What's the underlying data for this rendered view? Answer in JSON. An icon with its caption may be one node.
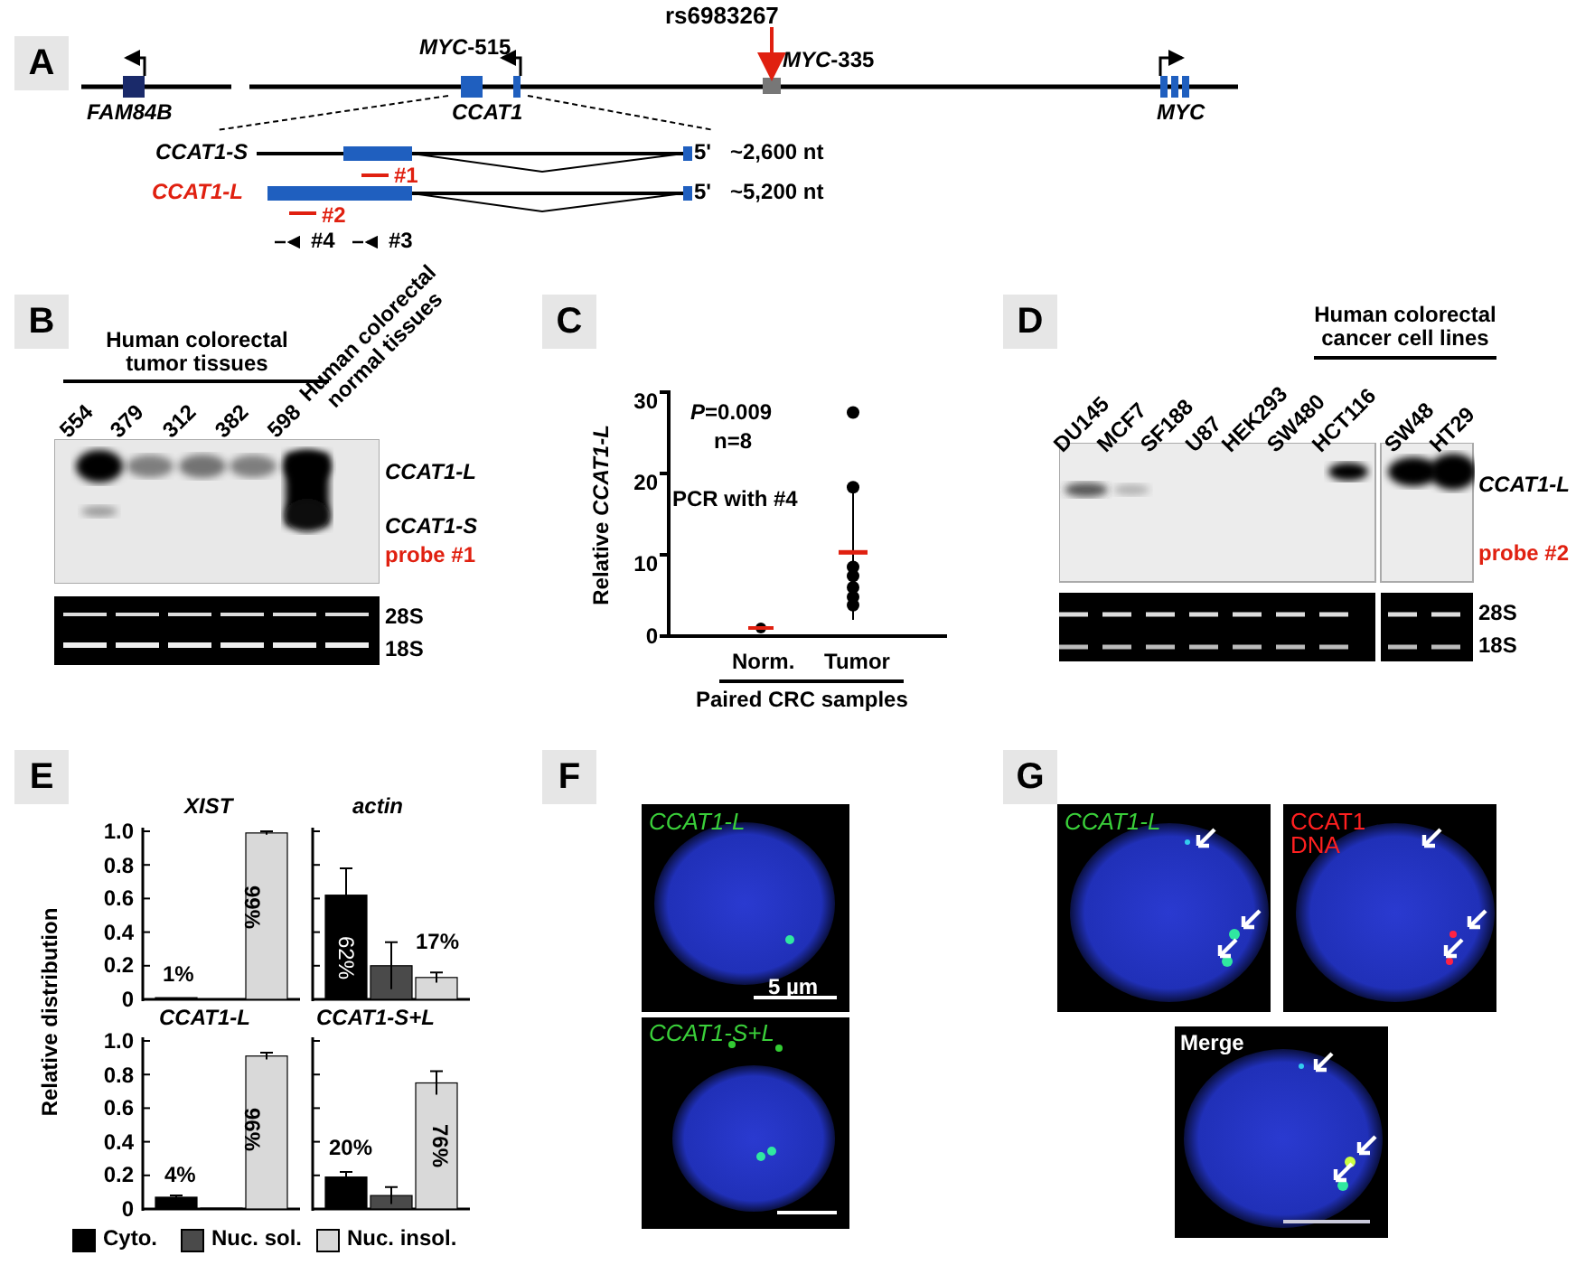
{
  "diagram": {
    "nodes": [
      {
        "text": [
          "rs6983267"
        ]
      },
      {
        "text": [],
        "shape": "box"
      }
    ],
    "edges": [
      {
        "from": 0,
        "to": 1,
        "arrow": "to",
        "color": "#e02010"
      }
    ],
    "labels": [
      "A",
      "FAM84B",
      "*MYC*-515",
      "CCAT1",
      "*MYC*-335",
      "MYC",
      "CCAT1-S",
      "5'",
      "~2,600 nt",
      "#1",
      "CCAT1-L",
      "5'",
      "~5,200 nt",
      "#2",
      "#4",
      "#3",
      "B",
      "Human colorectal tumor tissues",
      "554",
      "379",
      "312",
      "382",
      "598",
      "Human colorectal normal tissues",
      "CCAT1-L",
      "CCAT1-S",
      "probe #1",
      "28S",
      "18S",
      "C",
      "30",
      "20",
      "10",
      "0",
      "Relative *CCAT1-L*",
      "*P*=0.009",
      "n=8",
      "PCR with #4",
      "Norm.",
      "Tumor",
      "Paired CRC samples",
      "D",
      "Human colorectal cancer cell lines",
      "DU145",
      "MCF7",
      "SF188",
      "U87",
      "HEK293",
      "SW480",
      "HCT116",
      "SW48",
      "HT29",
      "CCAT1-L",
      "probe #2",
      "28S",
      "18S",
      "E",
      "XIST",
      "actin",
      "1.0",
      "0.8",
      "0.6",
      "0.4",
      "0.2",
      "0",
      "Relative distribution",
      "1%",
      "99%",
      "62%",
      "17%",
      "CCAT1-L",
      "CCAT1-S+L",
      "1.0",
      "0.8",
      "0.6",
      "0.4",
      "0.2",
      "0",
      "4%",
      "96%",
      "20%",
      "76%",
      "F",
      "CCAT1-L",
      "5 µm",
      "CCAT1-S+L",
      "G",
      "CCAT1-L",
      "CCAT1 DNA",
      "Merge"
    ],
    "legend": [
      {
        "text": "Cyto.",
        "color": "#000000"
      },
      {
        "text": "Nuc. sol.",
        "color": "#4a4a4a"
      },
      {
        "text": "Nuc. insol.",
        "color": "#d9d9d9"
      }
    ]
  }
}
